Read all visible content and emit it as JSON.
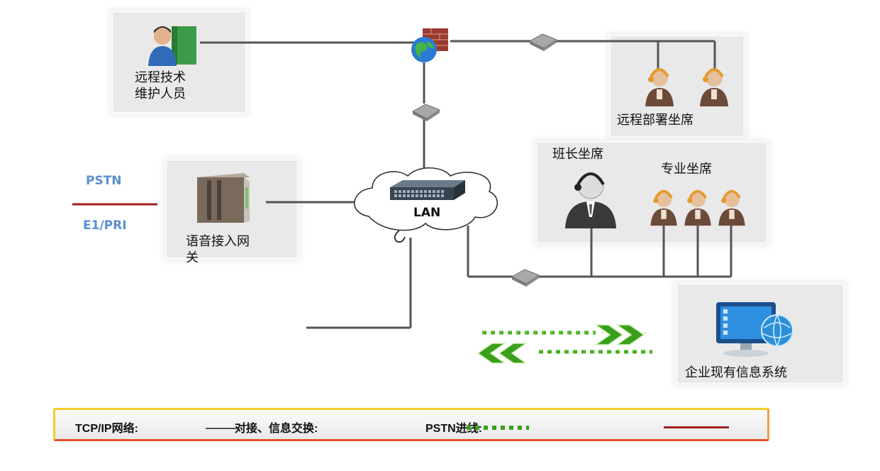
{
  "nodes": {
    "remote_tech": [
      "远程技术",
      "维护人员"
    ],
    "remote_seats": "远程部署坐席",
    "leader_seat": "班长坐席",
    "pro_seats": "专业坐席",
    "gateway": [
      "语音接入网",
      "关"
    ],
    "lan": "LAN",
    "enterprise": "企业现有信息系统"
  },
  "pstn_labels": {
    "top": "PSTN",
    "bottom": "E1/PRI"
  },
  "legend": {
    "tcpip": "TCP/IP网络:",
    "exchange": "对接、信息交换:",
    "pstn": "PSTN进线:"
  },
  "colors": {
    "tcpip_line": "#555555",
    "pstn_line": "#a31d1d",
    "exchange_arrow": "#44b020",
    "pstn_label": "#5b8fd0"
  }
}
